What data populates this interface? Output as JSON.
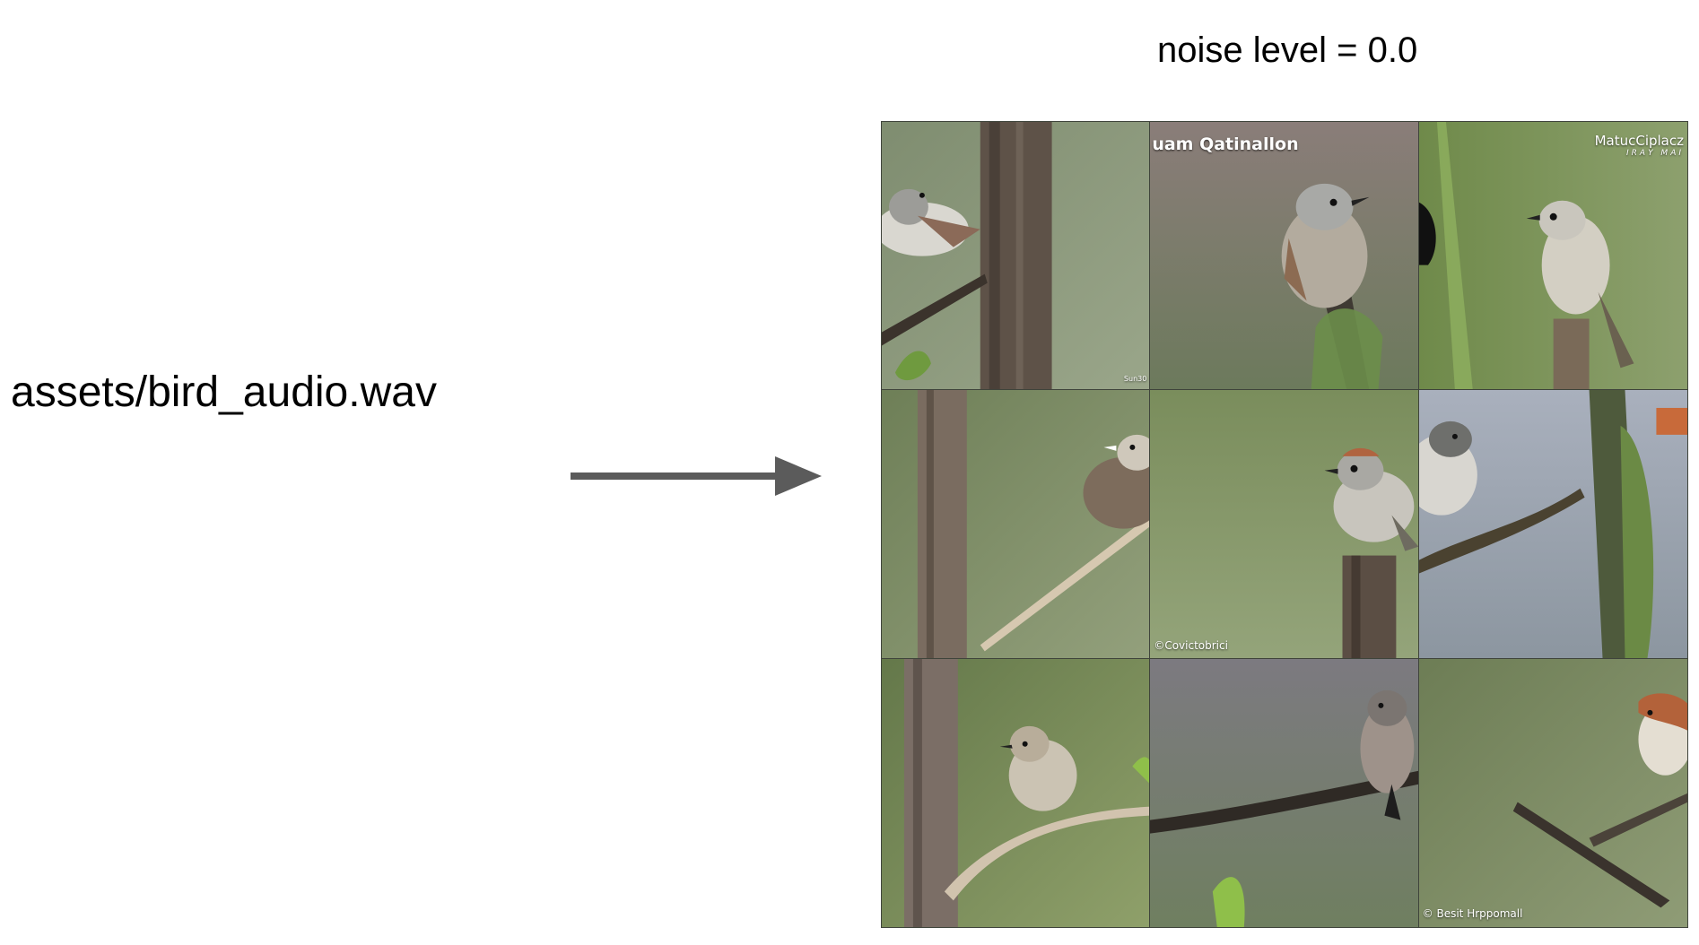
{
  "input": {
    "label": "assets/bird_audio.wav"
  },
  "output": {
    "title": "noise level = 0.0",
    "tiles": [
      {
        "caption": "",
        "caption_small": "Sun30"
      },
      {
        "caption": "uam Qatinallon"
      },
      {
        "caption": "MatucCiplacz",
        "caption_sub": "IRAY MAI"
      },
      {
        "caption": ""
      },
      {
        "caption_bottom": "©Covictobrici"
      },
      {
        "caption": ""
      },
      {
        "caption": ""
      },
      {
        "caption": ""
      },
      {
        "caption_bottom": "© Besit Hrppomall"
      }
    ]
  },
  "colors": {
    "arrow": "#5b5b5b",
    "text": "#000000"
  }
}
